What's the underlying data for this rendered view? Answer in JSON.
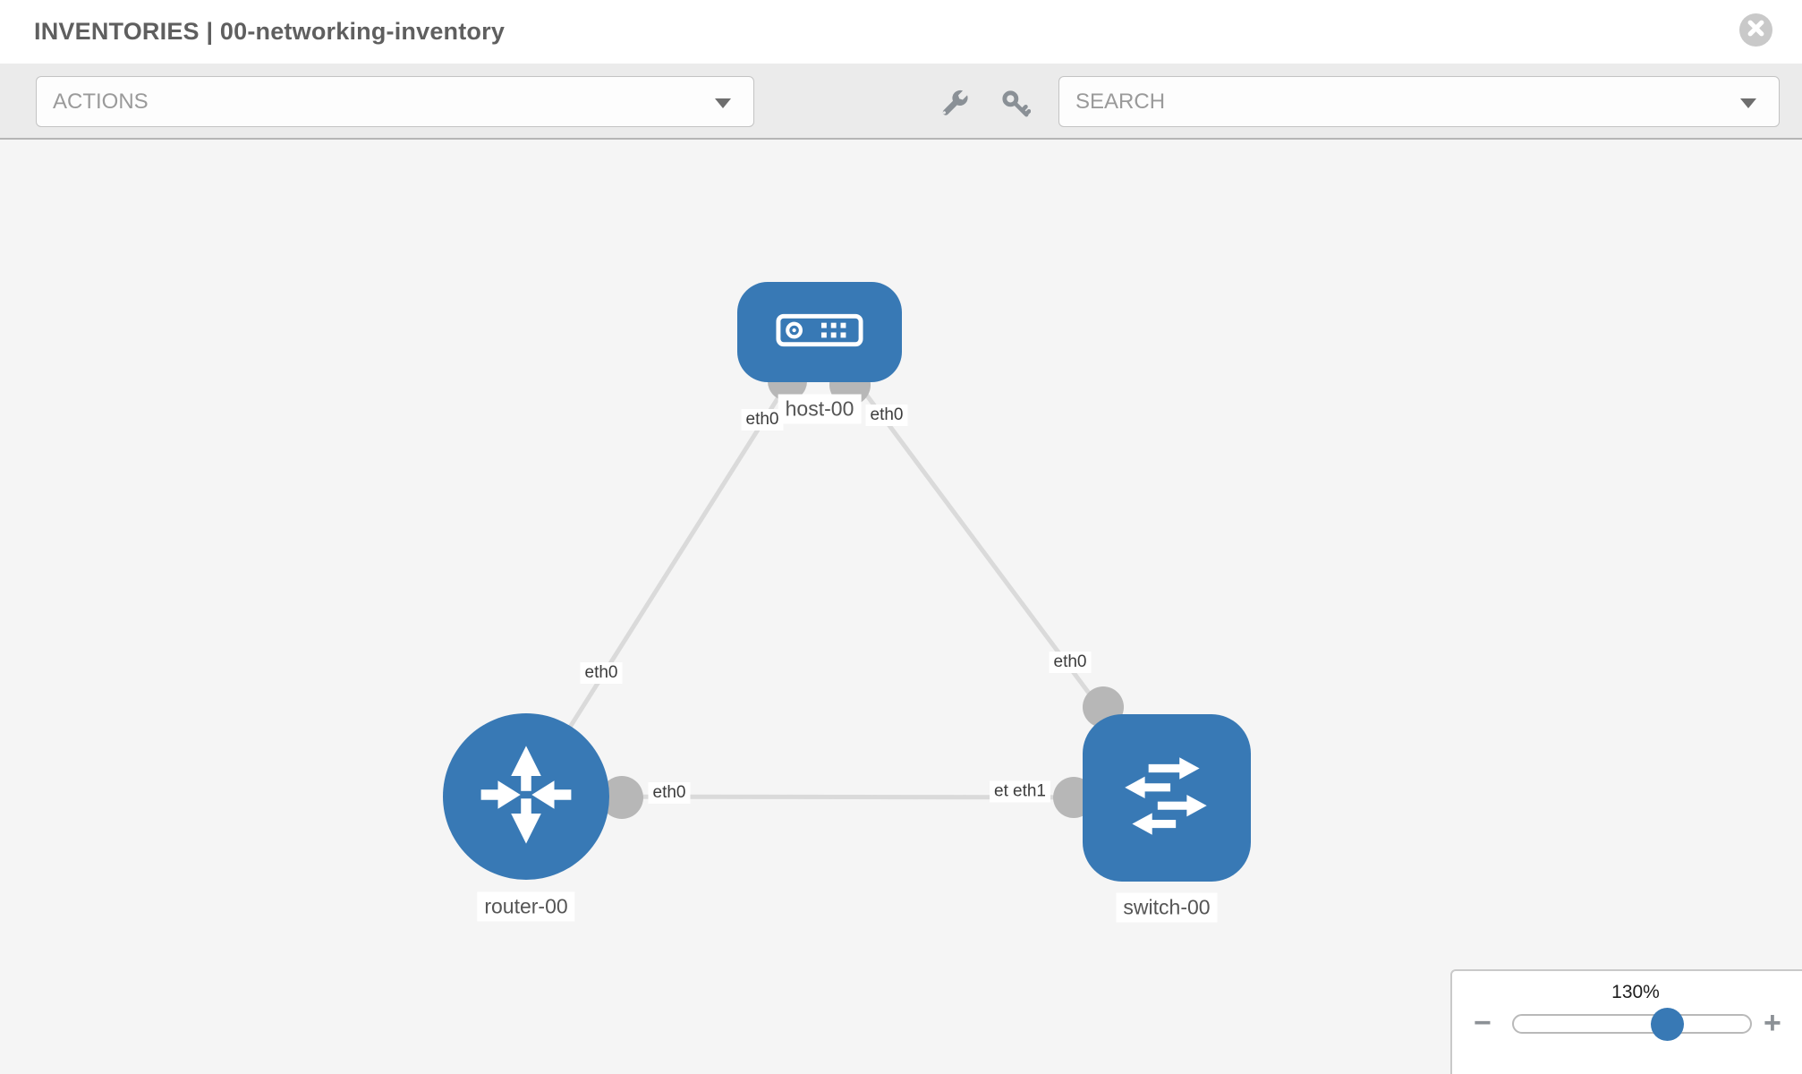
{
  "header": {
    "title": "INVENTORIES | 00-networking-inventory"
  },
  "toolbar": {
    "actions_label": "ACTIONS",
    "search_placeholder": "SEARCH",
    "icons": {
      "wrench": "wrench-icon",
      "key": "key-icon",
      "dropdown_caret": "triangle-down",
      "close": "circle-x"
    }
  },
  "topology": {
    "nodes": [
      {
        "id": "host-00",
        "label": "host-00",
        "type": "host"
      },
      {
        "id": "router-00",
        "label": "router-00",
        "type": "router"
      },
      {
        "id": "switch-00",
        "label": "switch-00",
        "type": "switch"
      }
    ],
    "links": [
      {
        "source": "host-00",
        "source_interface": "eth0",
        "target": "router-00",
        "target_interface": "eth0"
      },
      {
        "source": "host-00",
        "source_interface": "eth0",
        "target": "switch-00",
        "target_interface": "eth0"
      },
      {
        "source": "router-00",
        "source_interface": "eth0",
        "target": "switch-00",
        "target_interface": "eth1"
      }
    ],
    "iface_labels": [
      "eth0",
      "eth0",
      "eth0",
      "eth0",
      "eth0",
      "eth0",
      "eth1"
    ]
  },
  "zoom_control": {
    "value": "130%",
    "zoom_out_glyph": "−",
    "zoom_in_glyph": "+"
  },
  "colors": {
    "node_blue": "#3879b5",
    "link_gray": "#dadada",
    "endpoint_dot_gray": "#b7b7b7",
    "canvas_bg": "#f5f5f5",
    "toolbar_bg": "#ebebeb"
  }
}
